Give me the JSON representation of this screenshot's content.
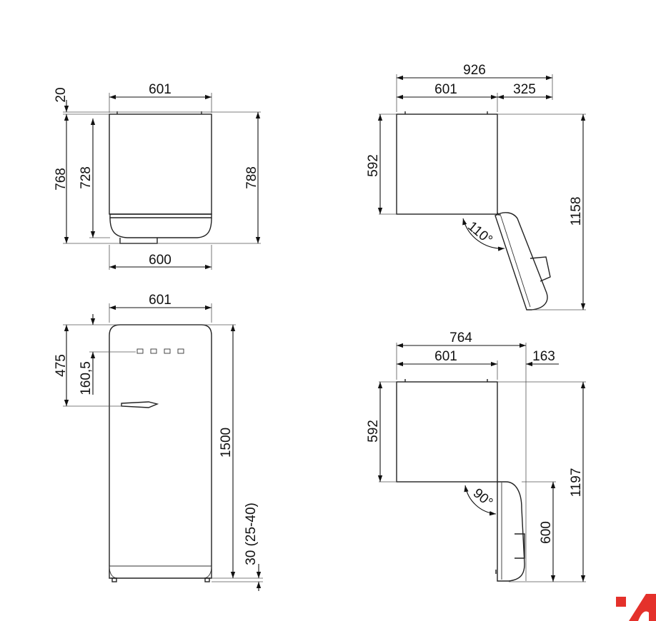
{
  "colors": {
    "line": "#222222",
    "logo": "#e4312b"
  },
  "top_view": {
    "width_top": "601",
    "offset": "20",
    "depth_body": "728",
    "depth_total": "768",
    "depth_max": "788",
    "width_bottom": "600"
  },
  "front_view": {
    "width": "601",
    "handle_height": "475",
    "panel_offset": "160,5",
    "height": "1500",
    "feet": "30 (25-40)"
  },
  "door_110": {
    "total_width": "926",
    "body_width": "601",
    "door_extension": "325",
    "depth": "592",
    "total_depth": "1158",
    "angle": "110°"
  },
  "door_90": {
    "total_width": "764",
    "body_width": "601",
    "door_extension": "163",
    "depth": "592",
    "door_depth": "600",
    "total_depth": "1197",
    "angle": "90°"
  },
  "logo": {
    "icon": "brand-logo-icon"
  }
}
